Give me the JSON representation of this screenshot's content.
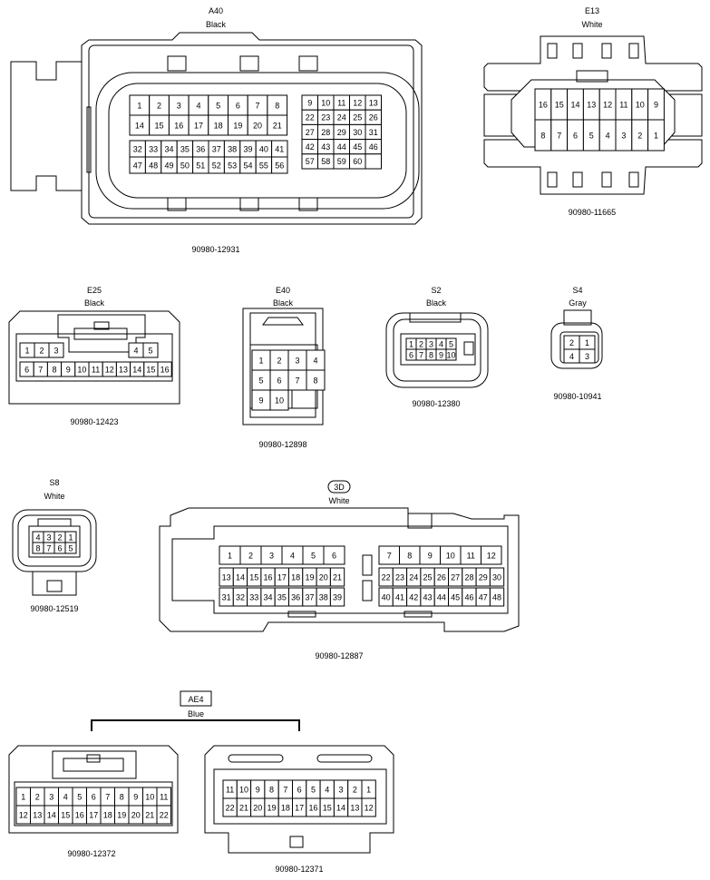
{
  "connectors": {
    "a40": {
      "id": "A40",
      "color": "Black",
      "part": "90980-12931"
    },
    "e13": {
      "id": "E13",
      "color": "White",
      "part": "90980-11665"
    },
    "e25": {
      "id": "E25",
      "color": "Black",
      "part": "90980-12423"
    },
    "e40": {
      "id": "E40",
      "color": "Black",
      "part": "90980-12898"
    },
    "s2": {
      "id": "S2",
      "color": "Black",
      "part": "90980-12380"
    },
    "s4": {
      "id": "S4",
      "color": "Gray",
      "part": "90980-10941"
    },
    "s8": {
      "id": "S8",
      "color": "White",
      "part": "90980-12519"
    },
    "c3d": {
      "id": "3D",
      "color": "White",
      "part": "90980-12887"
    },
    "ae4": {
      "id": "AE4",
      "color": "Blue",
      "part_left": "90980-12372",
      "part_right": "90980-12371"
    }
  },
  "pins": {
    "a40_l": [
      [
        "1",
        "2",
        "3",
        "4",
        "5",
        "6",
        "7",
        "8"
      ],
      [
        "14",
        "15",
        "16",
        "17",
        "18",
        "19",
        "20",
        "21"
      ]
    ],
    "a40_l2": [
      [
        "32",
        "33",
        "34",
        "35",
        "36",
        "37",
        "38",
        "39",
        "40",
        "41"
      ],
      [
        "47",
        "48",
        "49",
        "50",
        "51",
        "52",
        "53",
        "54",
        "55",
        "56"
      ]
    ],
    "a40_r": [
      [
        "9",
        "10",
        "11",
        "12",
        "13"
      ],
      [
        "22",
        "23",
        "24",
        "25",
        "26"
      ],
      [
        "27",
        "28",
        "29",
        "30",
        "31"
      ],
      [
        "42",
        "43",
        "44",
        "45",
        "46"
      ],
      [
        "57",
        "58",
        "59",
        "60",
        ""
      ]
    ],
    "e13": [
      [
        "16",
        "15",
        "14",
        "13",
        "12",
        "11",
        "10",
        "9"
      ],
      [
        "8",
        "7",
        "6",
        "5",
        "4",
        "3",
        "2",
        "1"
      ]
    ],
    "e25_top": [
      [
        "1",
        "2",
        "3"
      ],
      [
        "4",
        "5"
      ]
    ],
    "e25_bot": [
      "6",
      "7",
      "8",
      "9",
      "10",
      "11",
      "12",
      "13",
      "14",
      "15",
      "16"
    ],
    "e40": [
      [
        "1",
        "2",
        "3",
        "4"
      ],
      [
        "5",
        "6",
        "7",
        "8"
      ],
      [
        "9",
        "10"
      ]
    ],
    "s2": [
      [
        "1",
        "2",
        "3",
        "4",
        "5"
      ],
      [
        "6",
        "7",
        "8",
        "9",
        "10"
      ]
    ],
    "s4": [
      [
        "2",
        "1"
      ],
      [
        "4",
        "3"
      ]
    ],
    "s8": [
      [
        "4",
        "3",
        "2",
        "1"
      ],
      [
        "8",
        "7",
        "6",
        "5"
      ]
    ],
    "c3d_l": [
      [
        "1",
        "2",
        "3",
        "4",
        "5",
        "6"
      ],
      [
        "13",
        "14",
        "15",
        "16",
        "17",
        "18",
        "19",
        "20",
        "21"
      ],
      [
        "31",
        "32",
        "33",
        "34",
        "35",
        "36",
        "37",
        "38",
        "39"
      ]
    ],
    "c3d_r": [
      [
        "7",
        "8",
        "9",
        "10",
        "11",
        "12"
      ],
      [
        "22",
        "23",
        "24",
        "25",
        "26",
        "27",
        "28",
        "29",
        "30"
      ],
      [
        "40",
        "41",
        "42",
        "43",
        "44",
        "45",
        "46",
        "47",
        "48"
      ]
    ],
    "ae4_l": [
      [
        "1",
        "2",
        "3",
        "4",
        "5",
        "6",
        "7",
        "8",
        "9",
        "10",
        "11"
      ],
      [
        "12",
        "13",
        "14",
        "15",
        "16",
        "17",
        "18",
        "19",
        "20",
        "21",
        "22"
      ]
    ],
    "ae4_r": [
      [
        "11",
        "10",
        "9",
        "8",
        "7",
        "6",
        "5",
        "4",
        "3",
        "2",
        "1"
      ],
      [
        "22",
        "21",
        "20",
        "19",
        "18",
        "17",
        "16",
        "15",
        "14",
        "13",
        "12"
      ]
    ]
  }
}
